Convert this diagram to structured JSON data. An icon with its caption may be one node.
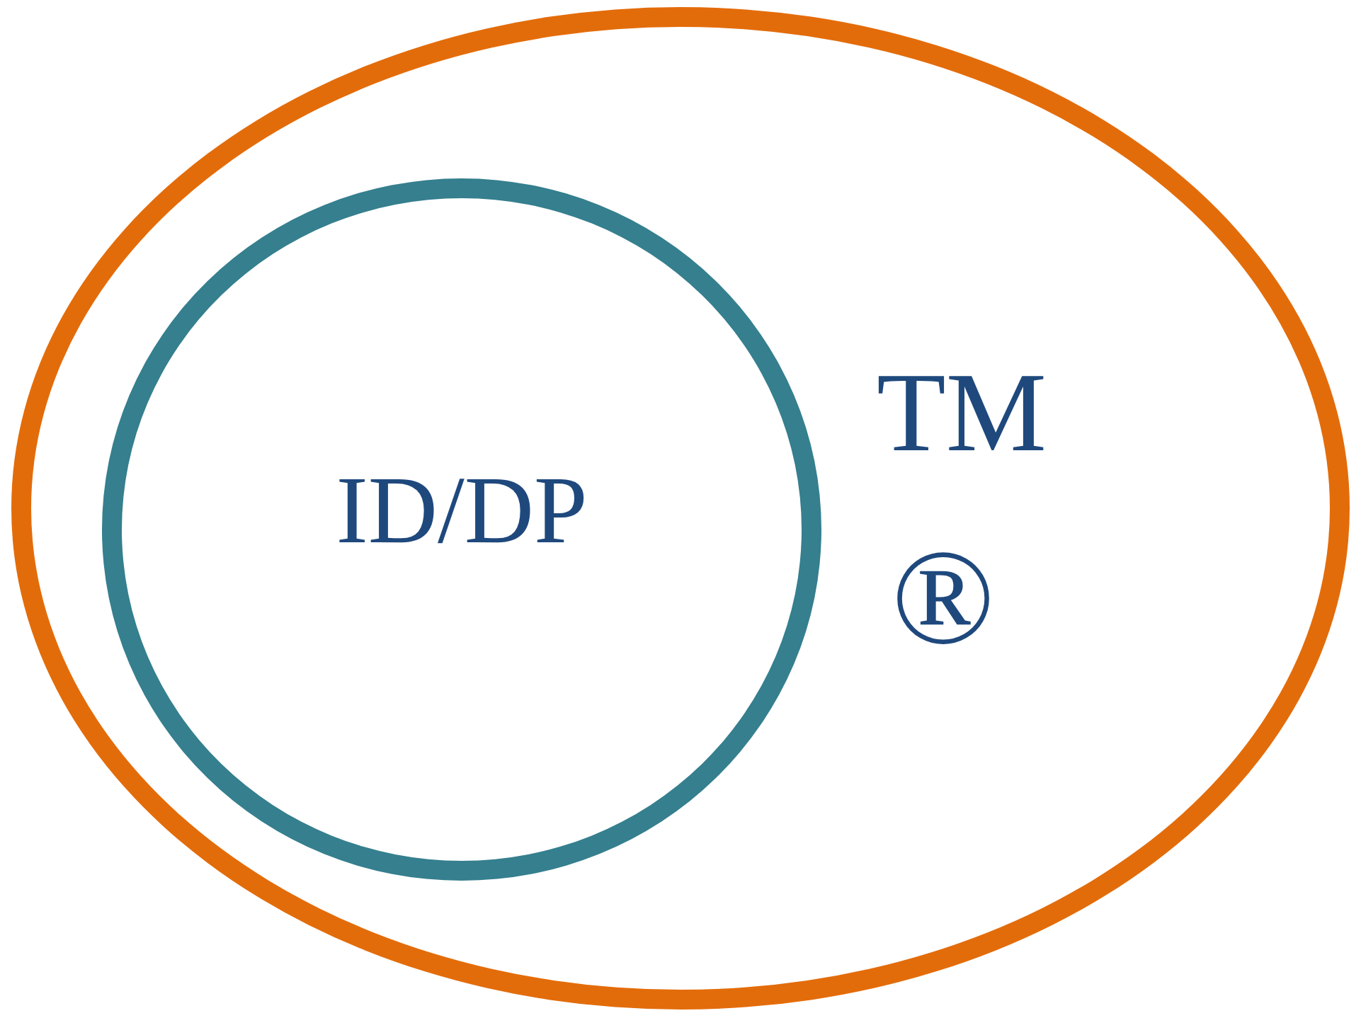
{
  "diagram": {
    "nodes": [
      {
        "text": [
          "TM",
          "®"
        ]
      },
      {
        "text": [
          "ID/DP"
        ],
        "in": 0
      }
    ]
  }
}
